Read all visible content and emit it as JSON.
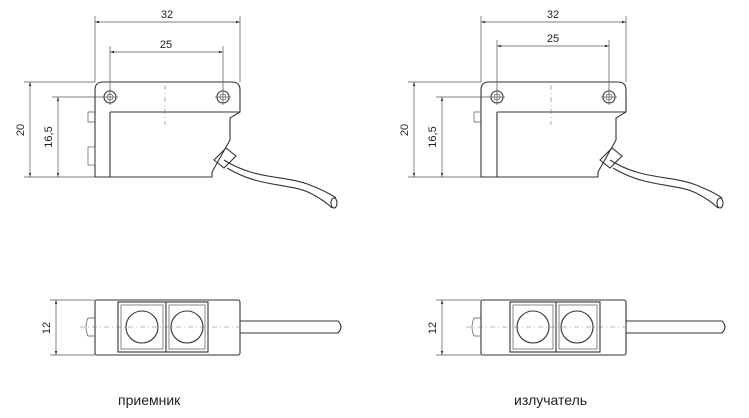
{
  "dimensions": {
    "overall_width": "32",
    "hole_spacing": "25",
    "height": "20",
    "hole_height": "16,5",
    "depth": "12"
  },
  "captions": {
    "left": "приемник",
    "right": "излучатель"
  },
  "colors": {
    "line": "#333333",
    "background": "#ffffff"
  }
}
